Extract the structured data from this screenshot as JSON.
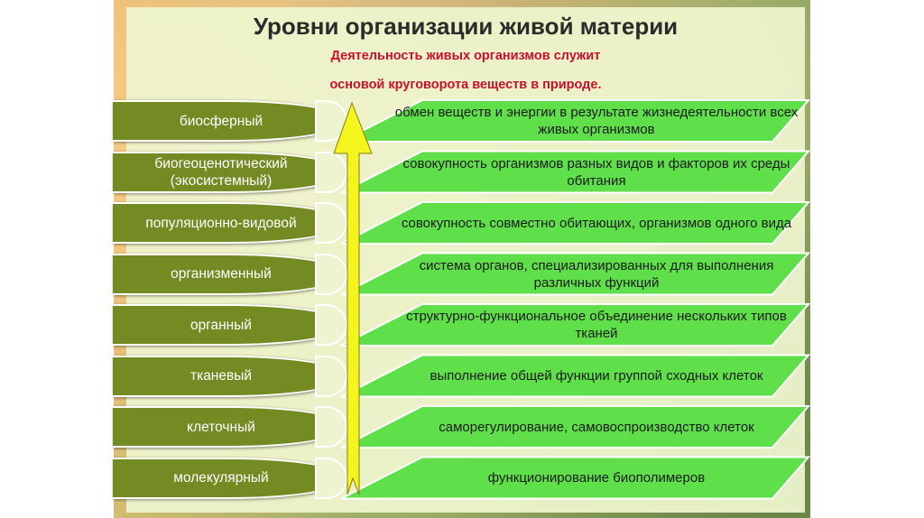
{
  "title": "Уровни организации живой материи",
  "subtitle_line1": "Деятельность живых организмов служит",
  "subtitle_line2": "основой круговорота веществ в природе.",
  "levels": [
    {
      "name": "биосферный",
      "desc": "обмен веществ и энергии в результате жизнедеятельности всех живых организмов"
    },
    {
      "name": "биогеоценотический (экосистемный)",
      "desc": "совокупность организмов разных видов и факторов их среды обитания"
    },
    {
      "name": "популяционно-видовой",
      "desc": "совокупность совместно обитающих, организмов одного вида"
    },
    {
      "name": "организменный",
      "desc": "система органов, специализированных для выполнения различных функций"
    },
    {
      "name": "органный",
      "desc": "структурно-функциональное объединение нескольких типов тканей"
    },
    {
      "name": "тканевый",
      "desc": "выполнение общей функции группой сходных клеток"
    },
    {
      "name": "клеточный",
      "desc": "саморегулирование, самовоспроизводство клеток"
    },
    {
      "name": "молекулярный",
      "desc": "функционирование биополимеров"
    }
  ],
  "colors": {
    "level_fill": "#748a22",
    "desc_fill": "#5fe04a",
    "arrow_fill": "#f5f51e",
    "subtitle": "#c8102e"
  }
}
